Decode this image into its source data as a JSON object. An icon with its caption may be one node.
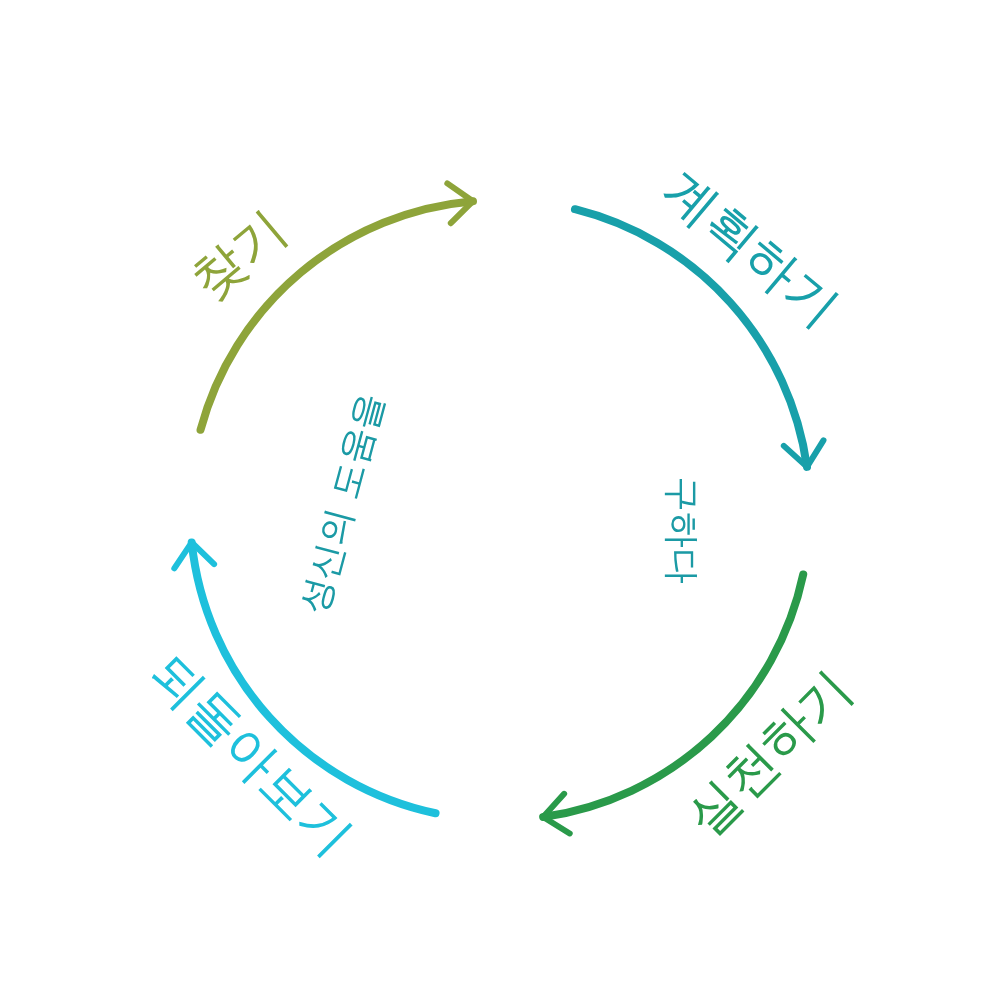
{
  "diagram": {
    "labels": [
      "찾기",
      "계획하기",
      "실천하기",
      "되돌아보기",
      "성신의 도움을",
      "구하다"
    ]
  }
}
